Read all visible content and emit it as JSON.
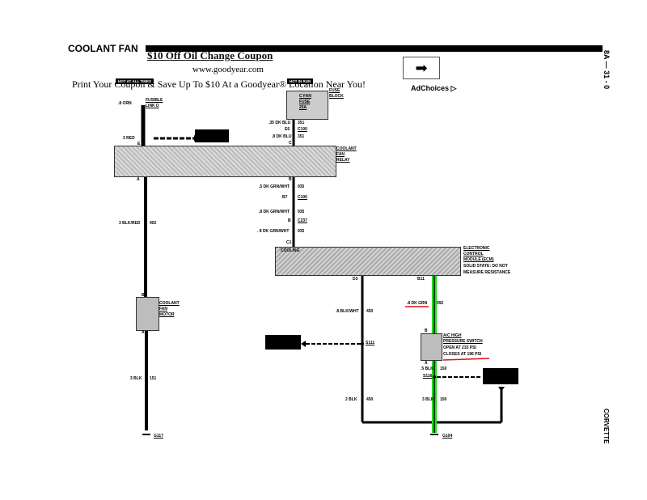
{
  "header": {
    "section_title": "COOLANT FAN",
    "side_code": "8A — 31 - 0",
    "side_model": "CORVETTE"
  },
  "ad": {
    "headline": "$10 Off Oil Change Coupon",
    "url": "www.goodyear.com",
    "body": "Print Your Coupon & Save Up To $10 At a Goodyear® Location Near You!",
    "adchoices": "AdChoices ▷",
    "arrow": "➡"
  },
  "tags": {
    "hot_all_times": "HOT AT ALL TIMES",
    "hot_in_run": "HOT IN RUN"
  },
  "labels": {
    "orn": ".8 ORN",
    "fusible_link": "FUSIBLE",
    "fusible_link2": "LINK D",
    "red_3": "3 RED",
    "e": "E",
    "c_fan": "C FAN",
    "fuse_word": "FUSE",
    "amp": "25A",
    "fuse_block1": "FUSE",
    "fuse_block2": "BLOCK",
    "dk_blu_35": ".35 DK BLU",
    "n351a": "351",
    "e6": "E6",
    "c100a": "C100",
    "dk_blu_8": ".8 DK BLU",
    "n351b": "351",
    "c": "C",
    "a": "A",
    "relay1": "COOLANT",
    "relay2": "FAN",
    "relay3": "RELAY",
    "b": "B",
    "grn_wht_5": ".5 DK GRN/WHT",
    "n935a": "935",
    "b7": "B7",
    "c100b": "C100",
    "grn_wht_8a": ".8 DK GRN/WHT",
    "n935b": "935",
    "b_2": "B",
    "c237": "C237",
    "grn_wht_8b": ". 8 DK GRN/WHT",
    "n935c": "935",
    "c1": "C1",
    "cooling": "COOLING",
    "ecm1": "ELECTRONIC",
    "ecm2": "CONTROL",
    "ecm3": "MODULE (ECM)",
    "ecm4": "SOLID STATE: DO NOT",
    "ecm5": "MEASURE RESISTANCE",
    "blk_red": "3 BLK/RED",
    "n902": "902",
    "d3": "D3",
    "b11": "B11",
    "blk_wht": ".8 BLK/WHT",
    "n450a": "450",
    "dk_grn": ".8 DK GRN",
    "n992": "992",
    "motor_b": "B",
    "motor1": "COOLANT",
    "motor2": "FAN",
    "motor3": "MOTOR",
    "motor_a": "A",
    "s111": "S111",
    "sw_b": "B",
    "sw1": "A/C HIGH",
    "sw2": "PRESSURE SWITCH",
    "sw3": "OPEN AT 233 PSI",
    "sw4": "CLOSES AT 196 PSI",
    "sw_a": "A",
    "blk_5": ".5 BLK",
    "n150a": "150",
    "s116": "S116",
    "blk_3": "3 BLK",
    "n151": "151",
    "blk_2": "2 BLK",
    "n450b": "450",
    "blk_3b": "3 BLK",
    "n150b": "150",
    "g117": "G117",
    "g104": "G104"
  },
  "colors": {
    "highlight_wire": "#22dd22",
    "underline": "#e01010"
  }
}
